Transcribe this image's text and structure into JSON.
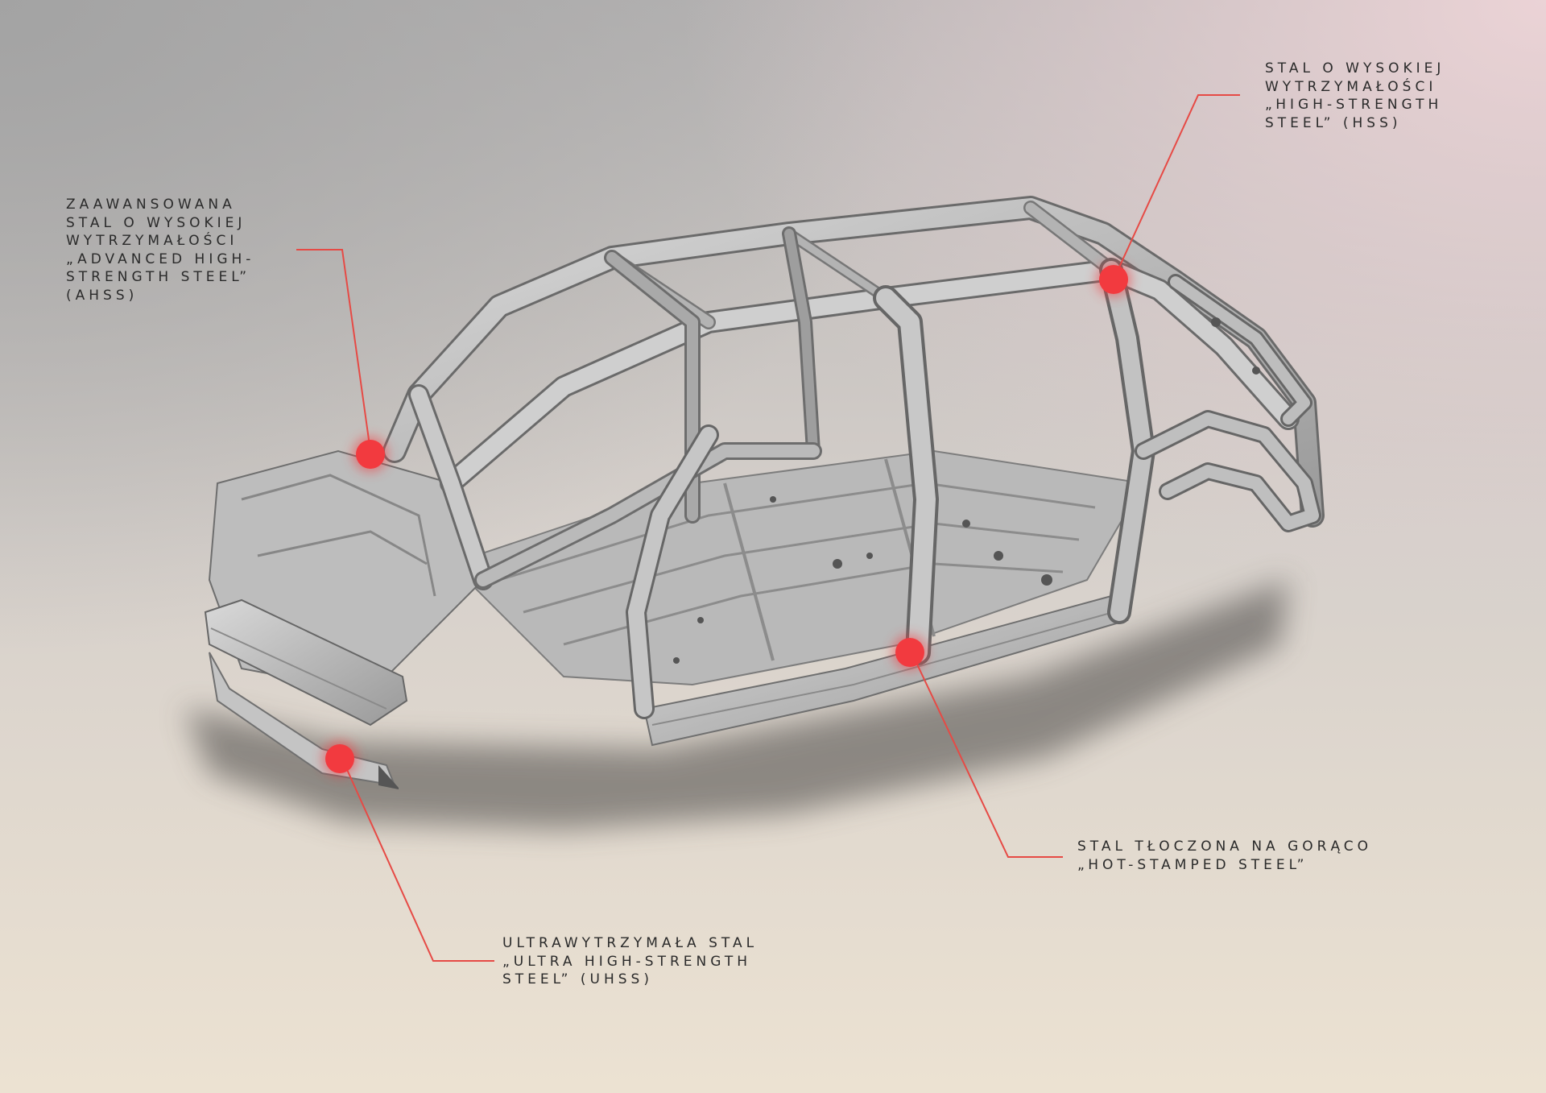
{
  "background": {
    "top_left": "#a9a9a9",
    "top_right": "#e8d2d4",
    "bottom": "#ece2d2"
  },
  "marker_color": "#f23a3f",
  "leader_color": "#e64a45",
  "callouts": {
    "ahss": {
      "lines": [
        "ZAAWANSOWANA",
        "STAL O WYSOKIEJ",
        "WYTRZYMAŁOŚCI",
        "„ADVANCED HIGH-",
        "STRENGTH STEEL”",
        "(AHSS)"
      ]
    },
    "hss": {
      "lines": [
        "STAL O WYSOKIEJ",
        "WYTRZYMAŁOŚCI",
        "„HIGH-STRENGTH",
        "STEEL” (HSS)"
      ]
    },
    "hot_stamped": {
      "lines": [
        "STAL TŁOCZONA NA GORĄCO",
        "„HOT-STAMPED STEEL”"
      ]
    },
    "uhss": {
      "lines": [
        "ULTRAWYTRZYMAŁA STAL",
        "„ULTRA HIGH-STRENGTH",
        "STEEL” (UHSS)"
      ]
    }
  }
}
